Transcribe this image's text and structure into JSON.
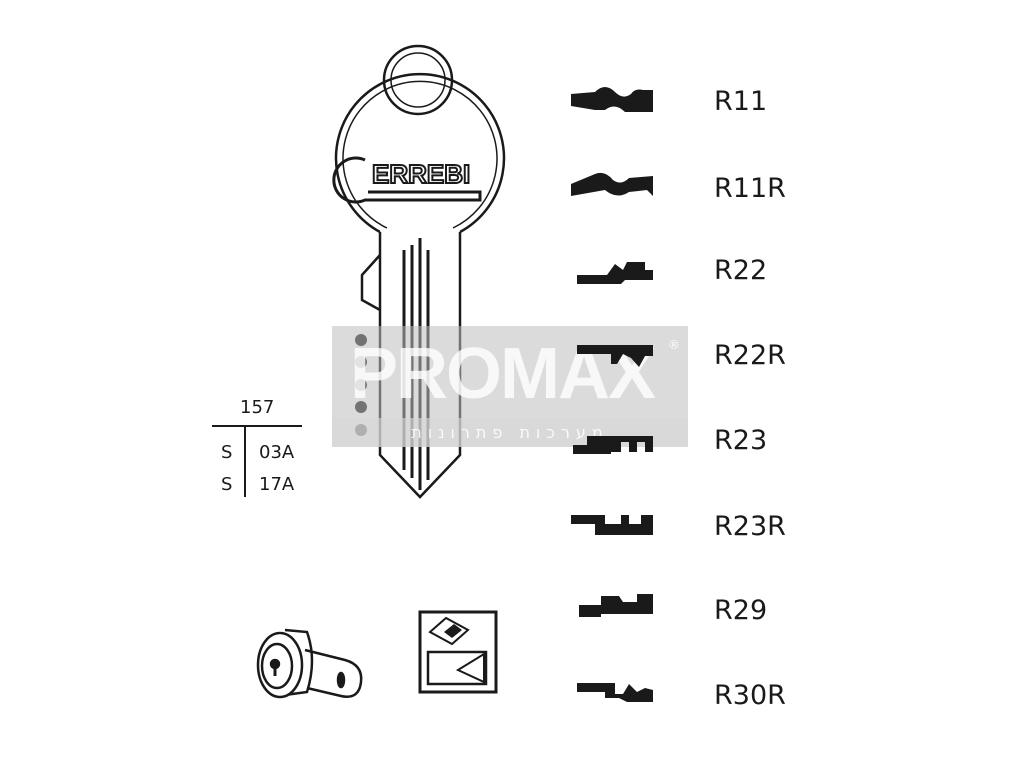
{
  "key": {
    "brand_logo": "ERREBI"
  },
  "code_table": {
    "number": "157",
    "rows": [
      {
        "left": "S",
        "right": "03A"
      },
      {
        "left": "S",
        "right": "17A"
      }
    ]
  },
  "profiles": [
    {
      "label": "R11"
    },
    {
      "label": "R11R"
    },
    {
      "label": "R22"
    },
    {
      "label": "R22R"
    },
    {
      "label": "R23"
    },
    {
      "label": "R23R"
    },
    {
      "label": "R29"
    },
    {
      "label": "R30R"
    }
  ],
  "watermark": {
    "text": "PROMAX",
    "subtitle": "מערכות פתרונות",
    "registered": "®"
  },
  "icons": [
    "key-blank-icon",
    "cam-lock-icon",
    "packaging-box-icon"
  ]
}
